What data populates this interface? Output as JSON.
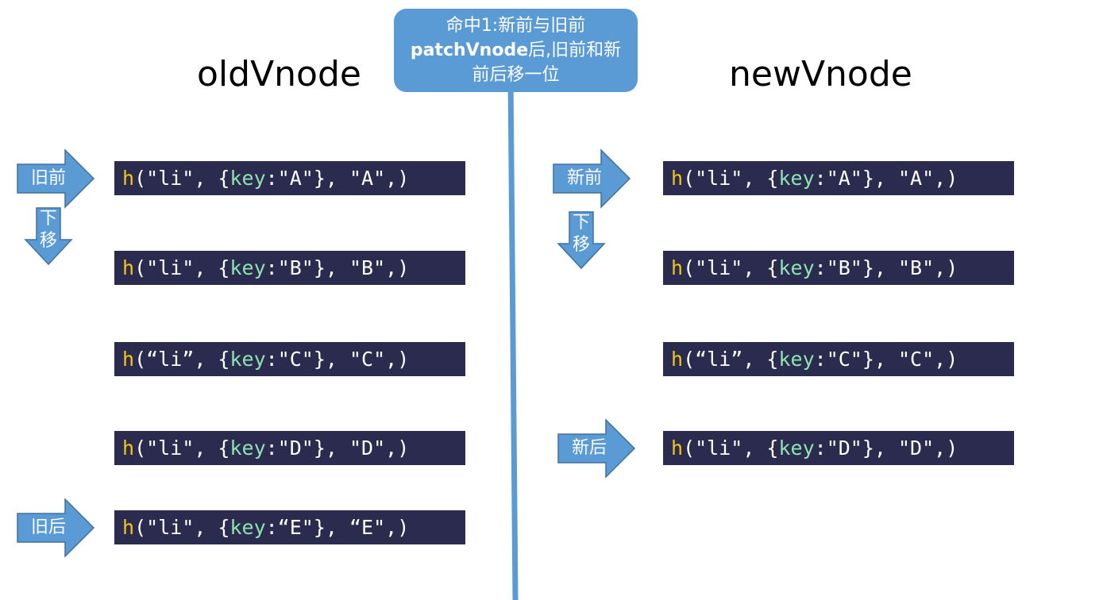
{
  "titles": {
    "old": "oldVnode",
    "new": "newVnode"
  },
  "callout": {
    "line1": "命中1:新前与旧前",
    "line2_bold": "patchVnode",
    "line2_rest": "后,旧前和新",
    "line3": "前后移一位"
  },
  "old_nodes": [
    {
      "fn": "h",
      "open": "(\"li\", {",
      "key": "key",
      "rest": ":\"A\"}, \"A\",)"
    },
    {
      "fn": "h",
      "open": "(\"li\", {",
      "key": "key",
      "rest": ":\"B\"}, \"B\",)"
    },
    {
      "fn": "h",
      "open": "(“li”, {",
      "key": "key",
      "rest": ":\"C\"}, \"C\",)"
    },
    {
      "fn": "h",
      "open": "(\"li\", {",
      "key": "key",
      "rest": ":\"D\"}, \"D\",)"
    },
    {
      "fn": "h",
      "open": "(\"li\", {",
      "key": "key",
      "rest": ":“E\"}, “E\",)"
    }
  ],
  "new_nodes": [
    {
      "fn": "h",
      "open": "(\"li\", {",
      "key": "key",
      "rest": ":\"A\"}, \"A\",)"
    },
    {
      "fn": "h",
      "open": "(\"li\", {",
      "key": "key",
      "rest": ":\"B\"}, \"B\",)"
    },
    {
      "fn": "h",
      "open": "(“li”, {",
      "key": "key",
      "rest": ":\"C\"}, \"C\",)"
    },
    {
      "fn": "h",
      "open": "(\"li\", {",
      "key": "key",
      "rest": ":\"D\"}, \"D\",)"
    }
  ],
  "pointers": {
    "old_start": "旧前",
    "old_end": "旧后",
    "old_move_1": "下",
    "old_move_2": "移",
    "new_start": "新前",
    "new_end": "新后",
    "new_move_1": "下",
    "new_move_2": "移"
  },
  "colors": {
    "accent": "#5b9bd5",
    "code_bg": "#2b2b4f",
    "fn": "#f5c518",
    "key": "#8fe3b0"
  }
}
